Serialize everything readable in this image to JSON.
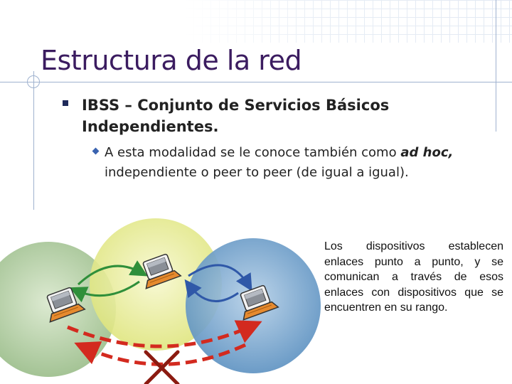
{
  "slide": {
    "title": "Estructura de la red",
    "bullet_main": "IBSS – Conjunto de Servicios Básicos Independientes.",
    "bullet_sub": {
      "before": "A esta modalidad se le conoce también como ",
      "emphasis": "ad hoc,",
      "after": " independiente o peer to peer (de igual a igual)."
    },
    "caption": "Los dispositivos establecen enlaces punto a punto, y se comunican a través de esos enlaces con dispositivos que se encuentren en su rango."
  },
  "diagram": {
    "circles": [
      {
        "name": "left-coverage",
        "color": "#a9c89a"
      },
      {
        "name": "center-coverage",
        "color": "#e2e88f"
      },
      {
        "name": "right-coverage",
        "color": "#6f9fc9"
      }
    ],
    "link_colors": {
      "green": "#2f8f3a",
      "blue": "#2f58a8",
      "red": "#d32a1f",
      "cross": "#8b1a10"
    },
    "laptop_icons": [
      "laptop-icon",
      "laptop-icon",
      "laptop-icon"
    ]
  }
}
